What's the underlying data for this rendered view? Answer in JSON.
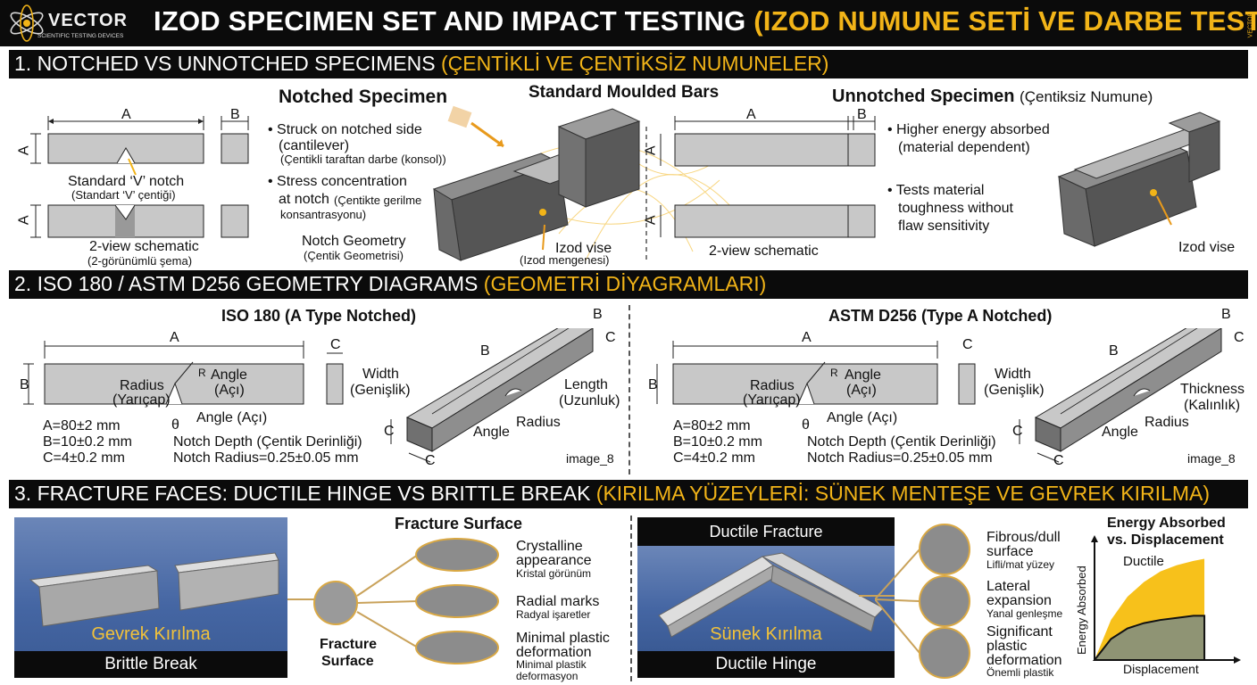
{
  "brand": {
    "name": "VECTOR",
    "tagline": "SCIENTIFIC TESTING DEVICES",
    "side": "VECTOR"
  },
  "title": {
    "main": "IZOD SPECIMEN SET AND IMPACT TESTING",
    "tr": "(IZOD NUMUNE SETİ VE DARBE TESTİ)"
  },
  "colors": {
    "accent": "#f2b418",
    "band": "#0b0b0b",
    "specimen": "#c8c8c8",
    "chart_fill": "#f7c11b",
    "chart_inner": "#8f9474"
  },
  "s1": {
    "title": "1. NOTCHED VS UNNOTCHED SPECIMENS",
    "title_tr": "(ÇENTİKLİ VE ÇENTİKSİZ NUMUNELER)",
    "dim_a": "A",
    "dim_b": "B",
    "notch_label": "Standard ‘V’ notch",
    "notch_label_tr": "(Standart ‘V’ çentiği)",
    "schematic_label": "2-view schematic",
    "schematic_label_tr": "(2-görünümlü şema)",
    "notched_title": "Notched Specimen",
    "notched_bullets": [
      {
        "en": "• Struck on notched side",
        "en2": "(cantilever)",
        "tr": "(Çentikli taraftan darbe (konsol))"
      },
      {
        "en": "• Stress concentration",
        "en2": "at notch",
        "tr": "(Çentikte gerilme",
        "tr2": "konsantrasyonu)"
      }
    ],
    "notch_geometry": "Notch Geometry",
    "notch_geometry_tr": "(Çentik Geometrisi)",
    "moulded_title": "Standard Moulded Bars",
    "izod_vise": "Izod vise",
    "izod_vise_tr": "(Izod mengenesi)",
    "unnotched_title": "Unnotched Specimen",
    "unnotched_title_tr": "(Çentiksiz Numune)",
    "unnotched_bullets": [
      {
        "en": "• Higher energy absorbed",
        "en2": "(material dependent)"
      },
      {
        "en": "• Tests material",
        "en2": "toughness without",
        "en3": "flaw sensitivity"
      }
    ],
    "unnotched_schematic": "2-view schematic",
    "izod_vise_2": "Izod vise"
  },
  "s2": {
    "title": "2. ISO 180 / ASTM D256 GEOMETRY DIAGRAMS",
    "title_tr": "(GEOMETRİ DİYAGRAMLARI)",
    "iso": {
      "heading": "ISO 180 (A Type Notched)",
      "a": "A",
      "b": "B",
      "c": "C",
      "radius": "Radius",
      "radius_tr": "(Yarıçap)",
      "angle": "Angle",
      "angle_tr": "(Açı)",
      "angle2": "Angle (Açı)",
      "theta": "θ",
      "r_mark": "R",
      "width": "Width",
      "width_tr": "(Genişlik)",
      "dims": [
        "A=80±2 mm",
        "B=10±0.2 mm",
        "C=4±0.2 mm"
      ],
      "notch_depth": "Notch Depth (Çentik Derinliği)",
      "notch_radius": "Notch Radius=0.25±0.05 mm",
      "length": "Length",
      "length_tr": "(Uzunluk)",
      "iso_radius": "Radius",
      "iso_angle": "Angle",
      "image_ref": "image_8"
    },
    "astm": {
      "heading": "ASTM D256 (Type A Notched)",
      "a": "A",
      "b": "B",
      "c": "C",
      "radius": "Radius",
      "radius_tr": "(Yarıçap)",
      "angle": "Angle",
      "angle_tr": "(Açı)",
      "angle2": "Angle (Açı)",
      "theta": "θ",
      "r_mark": "R",
      "width": "Width",
      "width_tr": "(Genişlik)",
      "dims": [
        "A=80±2 mm",
        "B=10±0.2 mm",
        "C=4±0.2 mm"
      ],
      "notch_depth": "Notch Depth (Çentik Derinliği)",
      "notch_radius": "Notch Radius=0.25±0.05 mm",
      "thickness": "Thickness",
      "thickness_tr": "(Kalınlık)",
      "iso_radius": "Radius",
      "iso_angle": "Angle",
      "image_ref": "image_8"
    }
  },
  "s3": {
    "title": "3. FRACTURE FACES: DUCTILE HINGE VS BRITTLE BREAK",
    "title_tr": "(KIRILMA YÜZEYLERİ: SÜNEK MENTEŞE VE GEVREK KIRILMA)",
    "brittle_tr": "Gevrek Kırılma",
    "brittle": "Brittle Break",
    "fracture_surface_title": "Fracture Surface",
    "fracture_surface": "Fracture",
    "fracture_surface2": "Surface",
    "brittle_features": [
      {
        "en": "Crystalline",
        "en2": "appearance",
        "tr": "Kristal görünüm"
      },
      {
        "en": "Radial marks",
        "tr": "Radyal işaretler"
      },
      {
        "en": "Minimal plastic",
        "en2": "deformation",
        "tr": "Minimal plastik",
        "tr2": "deformasyon"
      }
    ],
    "ductile_top": "Ductile Fracture",
    "ductile_tr": "Sünek Kırılma",
    "ductile": "Ductile Hinge",
    "ductile_features": [
      {
        "en": "Fibrous/dull",
        "en2": "surface",
        "tr": "Lifli/mat yüzey"
      },
      {
        "en": "Lateral",
        "en2": "expansion",
        "tr": "Yanal genleşme"
      },
      {
        "en": "Significant",
        "en2": "plastic",
        "en3": "deformation",
        "tr": "Önemli plastik"
      }
    ]
  },
  "chart_data": {
    "type": "area",
    "title": "Energy Absorbed",
    "subtitle": "vs. Displacement",
    "xlabel": "Displacement",
    "ylabel": "Energy Absorbed",
    "series": [
      {
        "name": "Ductile",
        "x": [
          0,
          0.15,
          0.3,
          0.45,
          0.6,
          0.75,
          0.9,
          1.0
        ],
        "values": [
          0,
          0.38,
          0.6,
          0.74,
          0.84,
          0.9,
          0.94,
          0.96
        ]
      },
      {
        "x": [
          0,
          0.15,
          0.3,
          0.45,
          0.6,
          0.75,
          0.9,
          1.0
        ],
        "values": [
          0,
          0.2,
          0.3,
          0.35,
          0.38,
          0.4,
          0.42,
          0.42
        ]
      }
    ],
    "xlim": [
      0,
      1.3
    ],
    "ylim": [
      0,
      1.15
    ],
    "grid": false
  }
}
